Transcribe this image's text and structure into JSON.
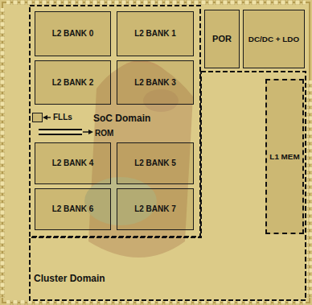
{
  "diagram": {
    "nodes": [
      {
        "text": [
          "SoC Domain"
        ]
      },
      {
        "text": [
          "L2 BANK 0"
        ],
        "in": 0
      },
      {
        "text": [
          "L2 BANK 1"
        ],
        "in": 0
      },
      {
        "text": [
          "L2 BANK 2"
        ],
        "in": 0
      },
      {
        "text": [
          "L2 BANK 3"
        ],
        "in": 0
      },
      {
        "text": [
          "L2 BANK 4"
        ],
        "in": 0
      },
      {
        "text": [
          "L2 BANK 5"
        ],
        "in": 0
      },
      {
        "text": [
          "L2 BANK 6"
        ],
        "in": 0
      },
      {
        "text": [
          "L2 BANK 7"
        ],
        "in": 0
      },
      {
        "text": [
          "FLLs"
        ],
        "in": 0
      },
      {
        "text": [
          "ROM"
        ],
        "in": 0
      },
      {
        "text": [
          "POR"
        ]
      },
      {
        "text": [
          "DC/DC + LDO"
        ]
      },
      {
        "text": [
          "Cluster Domain"
        ]
      },
      {
        "text": [
          "L1 MEM"
        ],
        "in": 13
      }
    ]
  }
}
